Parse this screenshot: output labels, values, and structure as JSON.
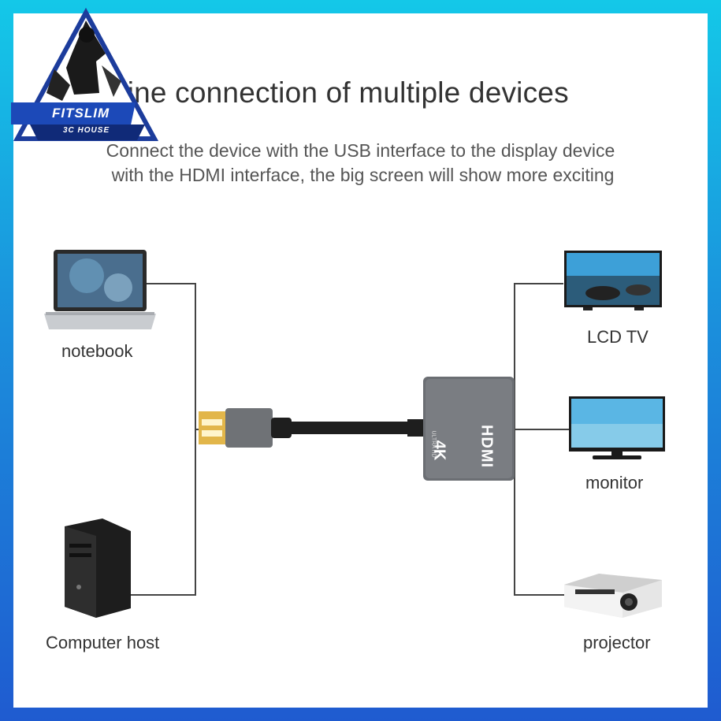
{
  "heading": {
    "title": "e-line connection of multiple devices",
    "subtitle_line1": "Connect the device with the USB interface to the display device",
    "subtitle_line2": "with the HDMI interface, the big screen will show more exciting"
  },
  "logo": {
    "brand": "FITSLIM",
    "tagline": "3C HOUSE"
  },
  "devices_left": [
    {
      "label": "notebook",
      "icon": "laptop-icon"
    },
    {
      "label": "Computer host",
      "icon": "desktop-tower-icon"
    }
  ],
  "devices_right": [
    {
      "label": "LCD TV",
      "icon": "tv-icon"
    },
    {
      "label": "monitor",
      "icon": "monitor-icon"
    },
    {
      "label": "projector",
      "icon": "projector-icon"
    }
  ],
  "adapter": {
    "badge": "4K",
    "badge_sub": "ULTRA HD",
    "brand": "HDMI",
    "icon": "capture-card-icon"
  },
  "colors": {
    "border_top": "#14c8e8",
    "border_bottom": "#1f5bd0",
    "line": "#333333",
    "adapter": "#6b6e73"
  }
}
